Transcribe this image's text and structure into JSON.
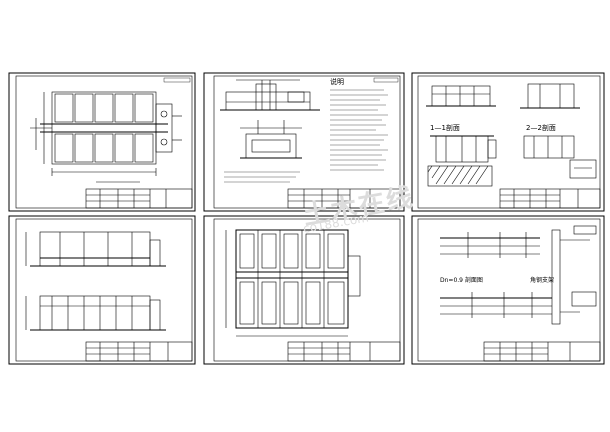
{
  "sheets": [
    {
      "id": "plan-top",
      "section_labels": []
    },
    {
      "id": "notes",
      "notes_heading": "说明",
      "section_labels": []
    },
    {
      "id": "sections",
      "section_labels": [
        "1—1剖面",
        "2—2剖面"
      ]
    },
    {
      "id": "elevation",
      "section_labels": []
    },
    {
      "id": "plan-bottom",
      "section_labels": []
    },
    {
      "id": "pipe-detail",
      "section_labels": [
        "角钢支架",
        "Dn=0.9 剖面图"
      ]
    }
  ],
  "watermark": {
    "text": "土木在线",
    "sub": "co188.com"
  },
  "colors": {
    "line": "#000000",
    "frame": "#222222",
    "bg": "#ffffff",
    "watermark": "#dcdcdc"
  }
}
